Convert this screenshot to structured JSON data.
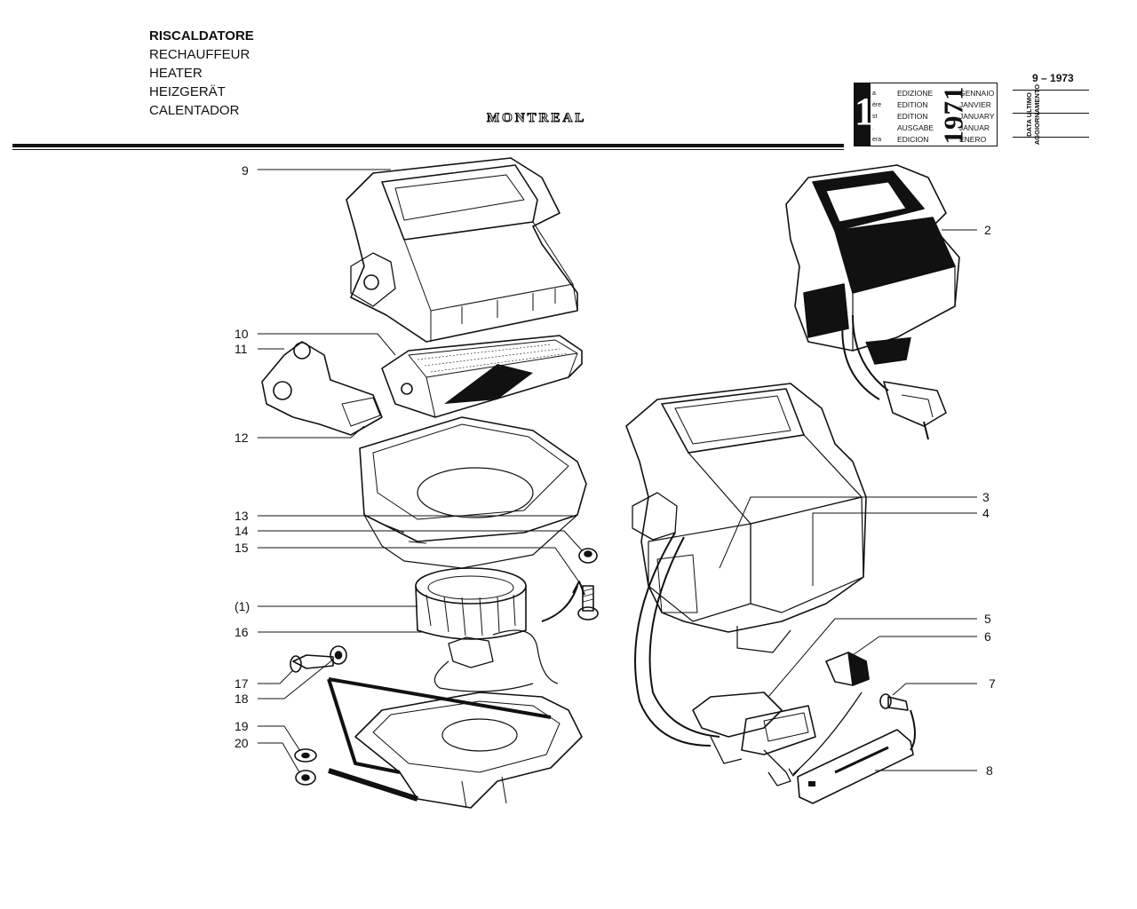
{
  "header": {
    "titles": [
      "RISCALDATORE",
      "RECHAUFFEUR",
      "HEATER",
      "HEIZGERÄT",
      "CALENTADOR"
    ],
    "model": "MONTREAL"
  },
  "edition_box": {
    "number": "1",
    "suffixes": [
      "a",
      "ère",
      "st",
      ".",
      "era"
    ],
    "edition_words": [
      "EDIZIONE",
      "EDITION",
      "EDITION",
      "AUSGABE",
      "EDICION"
    ],
    "year": "1971",
    "months": [
      "GENNAIO",
      "JANVIER",
      "JANUARY",
      "JANUAR",
      "ENERO"
    ],
    "update_label_1": "DATA ULTIMO",
    "update_label_2": "AGGIORNAMENTO",
    "update_date": "9 – 1973"
  },
  "callouts": [
    "9",
    "10",
    "11",
    "12",
    "13",
    "14",
    "15",
    "(1)",
    "16",
    "17",
    "18",
    "19",
    "20",
    "2",
    "3",
    "4",
    "5",
    "6",
    "7",
    "8"
  ]
}
